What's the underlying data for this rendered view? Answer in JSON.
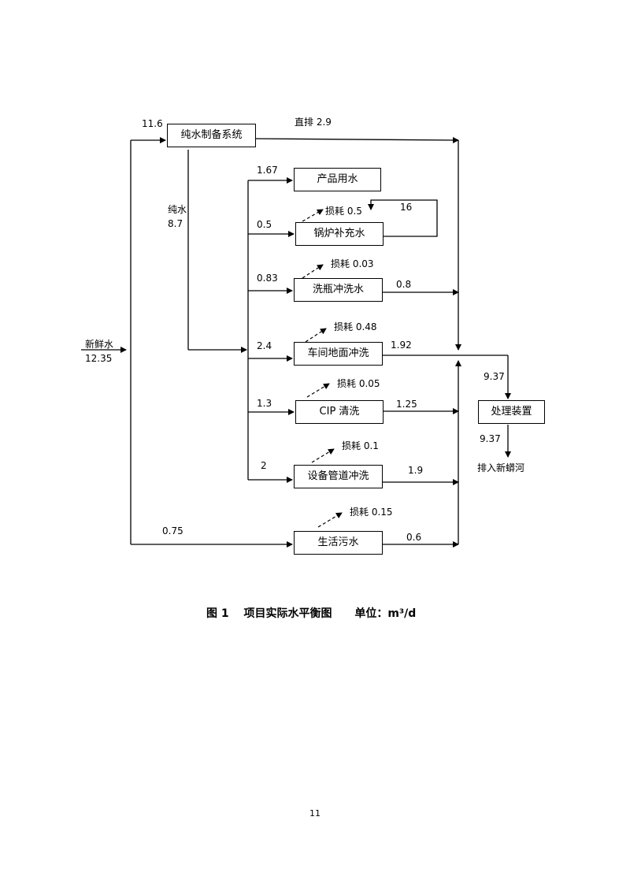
{
  "nodes": {
    "pure_water_system": "纯水制备系统",
    "product_water": "产品用水",
    "boiler_makeup": "锅炉补充水",
    "bottle_washing": "洗瓶冲洗水",
    "floor_washing": "车间地面冲洗",
    "cip_cleaning": "CIP 清洗",
    "pipe_flushing": "设备管道冲洗",
    "domestic_sewage": "生活污水",
    "treatment_unit": "处理装置"
  },
  "flows": {
    "fresh_water_label": "新鲜水",
    "fresh_water_value": "12.35",
    "to_pure_system": "11.6",
    "direct_discharge": "直排 2.9",
    "pure_water_label": "纯水",
    "pure_water_value": "8.7",
    "to_product": "1.67",
    "to_boiler": "0.5",
    "boiler_loss": "损耗 0.5",
    "boiler_loop": "16",
    "to_bottle": "0.83",
    "bottle_loss": "损耗 0.03",
    "bottle_out": "0.8",
    "to_floor": "2.4",
    "floor_loss": "损耗 0.48",
    "floor_out": "1.92",
    "to_cip": "1.3",
    "cip_loss": "损耗 0.05",
    "cip_out": "1.25",
    "to_pipe": "2",
    "pipe_loss": "损耗 0.1",
    "pipe_out": "1.9",
    "to_domestic": "0.75",
    "domestic_loss": "损耗 0.15",
    "domestic_out": "0.6",
    "to_treatment": "9.37",
    "treatment_out": "9.37",
    "discharge_target": "排入新蟒河"
  },
  "caption": {
    "figure": "图 1",
    "title": "项目实际水平衡图",
    "unit": "单位：m³/d"
  },
  "page_number": "11"
}
